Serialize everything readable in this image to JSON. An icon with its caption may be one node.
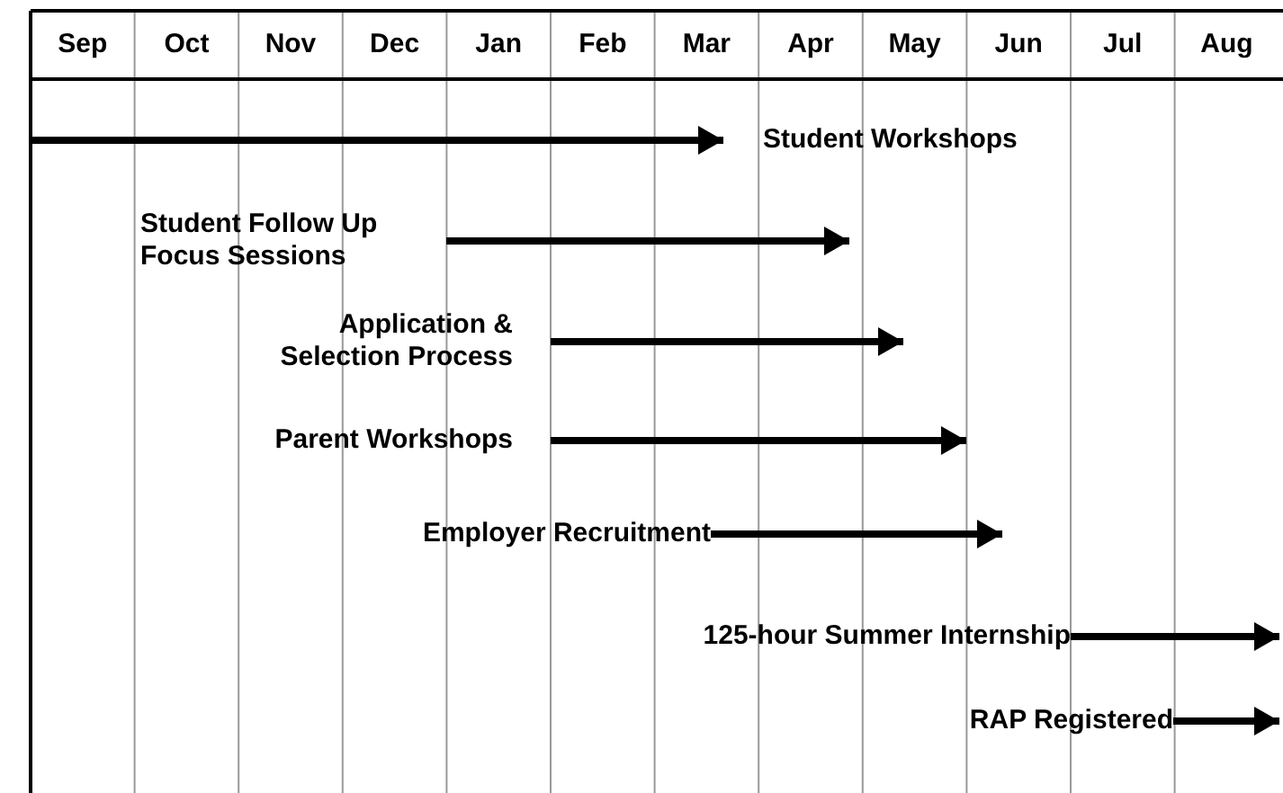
{
  "diagram": {
    "nodes": [
      {
        "text": [
          "Student Workshops"
        ]
      },
      {
        "text": [
          "Student Follow Up Focus Sessions"
        ]
      },
      {
        "text": [
          "Application & Selection Process"
        ]
      },
      {
        "text": [
          "Parent Workshops"
        ]
      },
      {
        "text": [
          "Employer Recruitment"
        ]
      },
      {
        "text": [
          "125-hour Summer Internship"
        ]
      },
      {
        "text": [
          "RAP Registered"
        ]
      }
    ],
    "edges": [
      {
        "from": null,
        "to": 0,
        "arrow": "to"
      },
      {
        "from": 1,
        "to": null,
        "arrow": "to"
      },
      {
        "from": 2,
        "to": null,
        "arrow": "to"
      },
      {
        "from": 3,
        "to": null,
        "arrow": "to"
      },
      {
        "from": 4,
        "to": null,
        "arrow": "to"
      },
      {
        "from": 5,
        "to": null,
        "arrow": "to"
      },
      {
        "from": 6,
        "to": null,
        "arrow": "to"
      }
    ],
    "labels": [
      "Sep",
      "Oct",
      "Nov",
      "Dec",
      "Jan",
      "Feb",
      "Mar",
      "Apr",
      "May",
      "Jun",
      "Jul",
      "Aug"
    ]
  }
}
